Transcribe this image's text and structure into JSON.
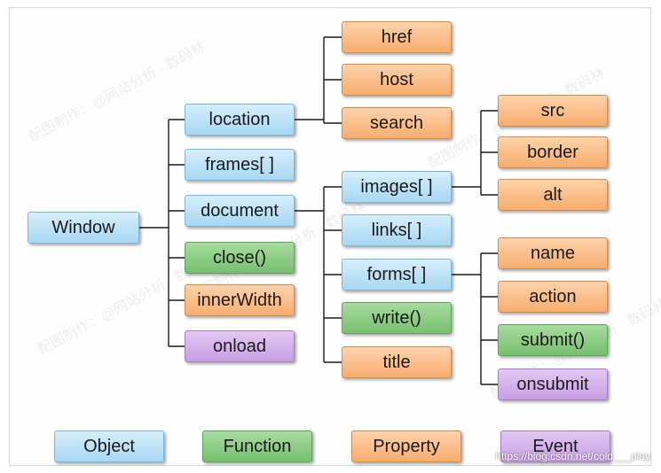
{
  "nodes": {
    "window": "Window",
    "location": "location",
    "frames": "frames[ ]",
    "document": "document",
    "close": "close()",
    "innerWidth": "innerWidth",
    "onload": "onload",
    "href": "href",
    "host": "host",
    "search": "search",
    "images": "images[ ]",
    "links": "links[ ]",
    "forms": "forms[ ]",
    "write": "write()",
    "title": "title",
    "src": "src",
    "border": "border",
    "alt": "alt",
    "name": "name",
    "action": "action",
    "submit": "submit()",
    "onsubmit": "onsubmit"
  },
  "legend": {
    "object": "Object",
    "function": "Function",
    "property": "Property",
    "event": "Event"
  },
  "watermark": "配图制作：@网站分析 · 数码林",
  "credit": "https://blog.csdn.net/cold___play",
  "colors": {
    "object": "#a8d7f2",
    "property": "#f7ad6e",
    "function": "#77bf70",
    "event": "#c79ee3"
  }
}
